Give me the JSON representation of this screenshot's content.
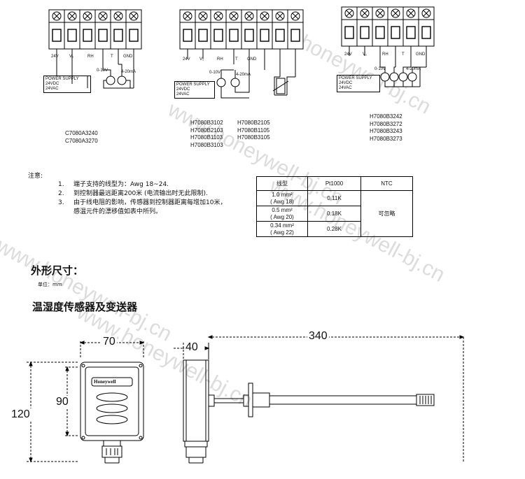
{
  "watermark": "www.honeywell-bj.cn",
  "diagram_a": {
    "terminals": [
      "24V",
      "V₁",
      "RH",
      "T",
      "GND"
    ],
    "meters_label_left": "0-10V",
    "meters_label_right": "4-20mA",
    "meter_v": "V",
    "meter_a": "A",
    "power_supply": [
      "POWER SUPPLY",
      "24VDC",
      "24VAC"
    ],
    "models": [
      "C7080A3240",
      "C7080A3270"
    ]
  },
  "diagram_b": {
    "terminals": [
      "24V",
      "V₁",
      "RH",
      "T",
      "GND"
    ],
    "meters_label_left": "0-10V",
    "meters_label_right": "4-20mA",
    "meter_v": "V",
    "meter_a": "A",
    "power_supply": [
      "POWER SUPPLY",
      "24VDC",
      "24VAC"
    ],
    "models_col1": [
      "H7080B3102",
      "H7080B2103",
      "H7080B1103",
      "H7080B3103"
    ],
    "models_col2": [
      "H7080B2105",
      "H7080B1105",
      "H7080B3105"
    ]
  },
  "diagram_c": {
    "terminals": [
      "24V",
      "V₁",
      "RH",
      "T",
      "GND"
    ],
    "meters_label_left": "0-10V",
    "meters_label_right": "4-20mA",
    "meter_v": "V",
    "meter_a": "A",
    "power_supply": [
      "POWER SUPPLY",
      "24VDC",
      "24VAC"
    ],
    "models": [
      "H7080B3242",
      "H7080B3272",
      "H7080B3243",
      "H7080B3273"
    ]
  },
  "notes": {
    "title": "注意:",
    "items": [
      {
        "num": "1.",
        "text": "端子支持的线型为：Awg 18~24."
      },
      {
        "num": "2.",
        "text": "到控制器最远距离200米 (电流输出时无此限制)."
      },
      {
        "num": "3.",
        "text": "由于线电阻的影响，传感器到控制器距离每增加10米，"
      },
      {
        "num": "",
        "text": "感温元件的漂移值如表中所列。"
      }
    ]
  },
  "wire_table": {
    "headers": [
      "线型",
      "Pt1000",
      "NTC"
    ],
    "rows": [
      {
        "type_l1": "1.0 mm²",
        "type_l2": "( Awg 18)",
        "pt1000": "0.11K"
      },
      {
        "type_l1": "0.5 mm²",
        "type_l2": "( Awg 20)",
        "pt1000": "0.18K"
      },
      {
        "type_l1": "0.34 mm²",
        "type_l2": "( Awg 22)",
        "pt1000": "0.28K"
      }
    ],
    "ntc_value": "可忽略"
  },
  "dimensions": {
    "title": "外形尺寸：",
    "unit": "单位：mm",
    "subtitle": "温湿度传感器及变送器",
    "brand": "Honeywell",
    "values": {
      "width": "70",
      "inner_height": "90",
      "height": "120",
      "depth": "40",
      "probe_length": "340"
    }
  }
}
